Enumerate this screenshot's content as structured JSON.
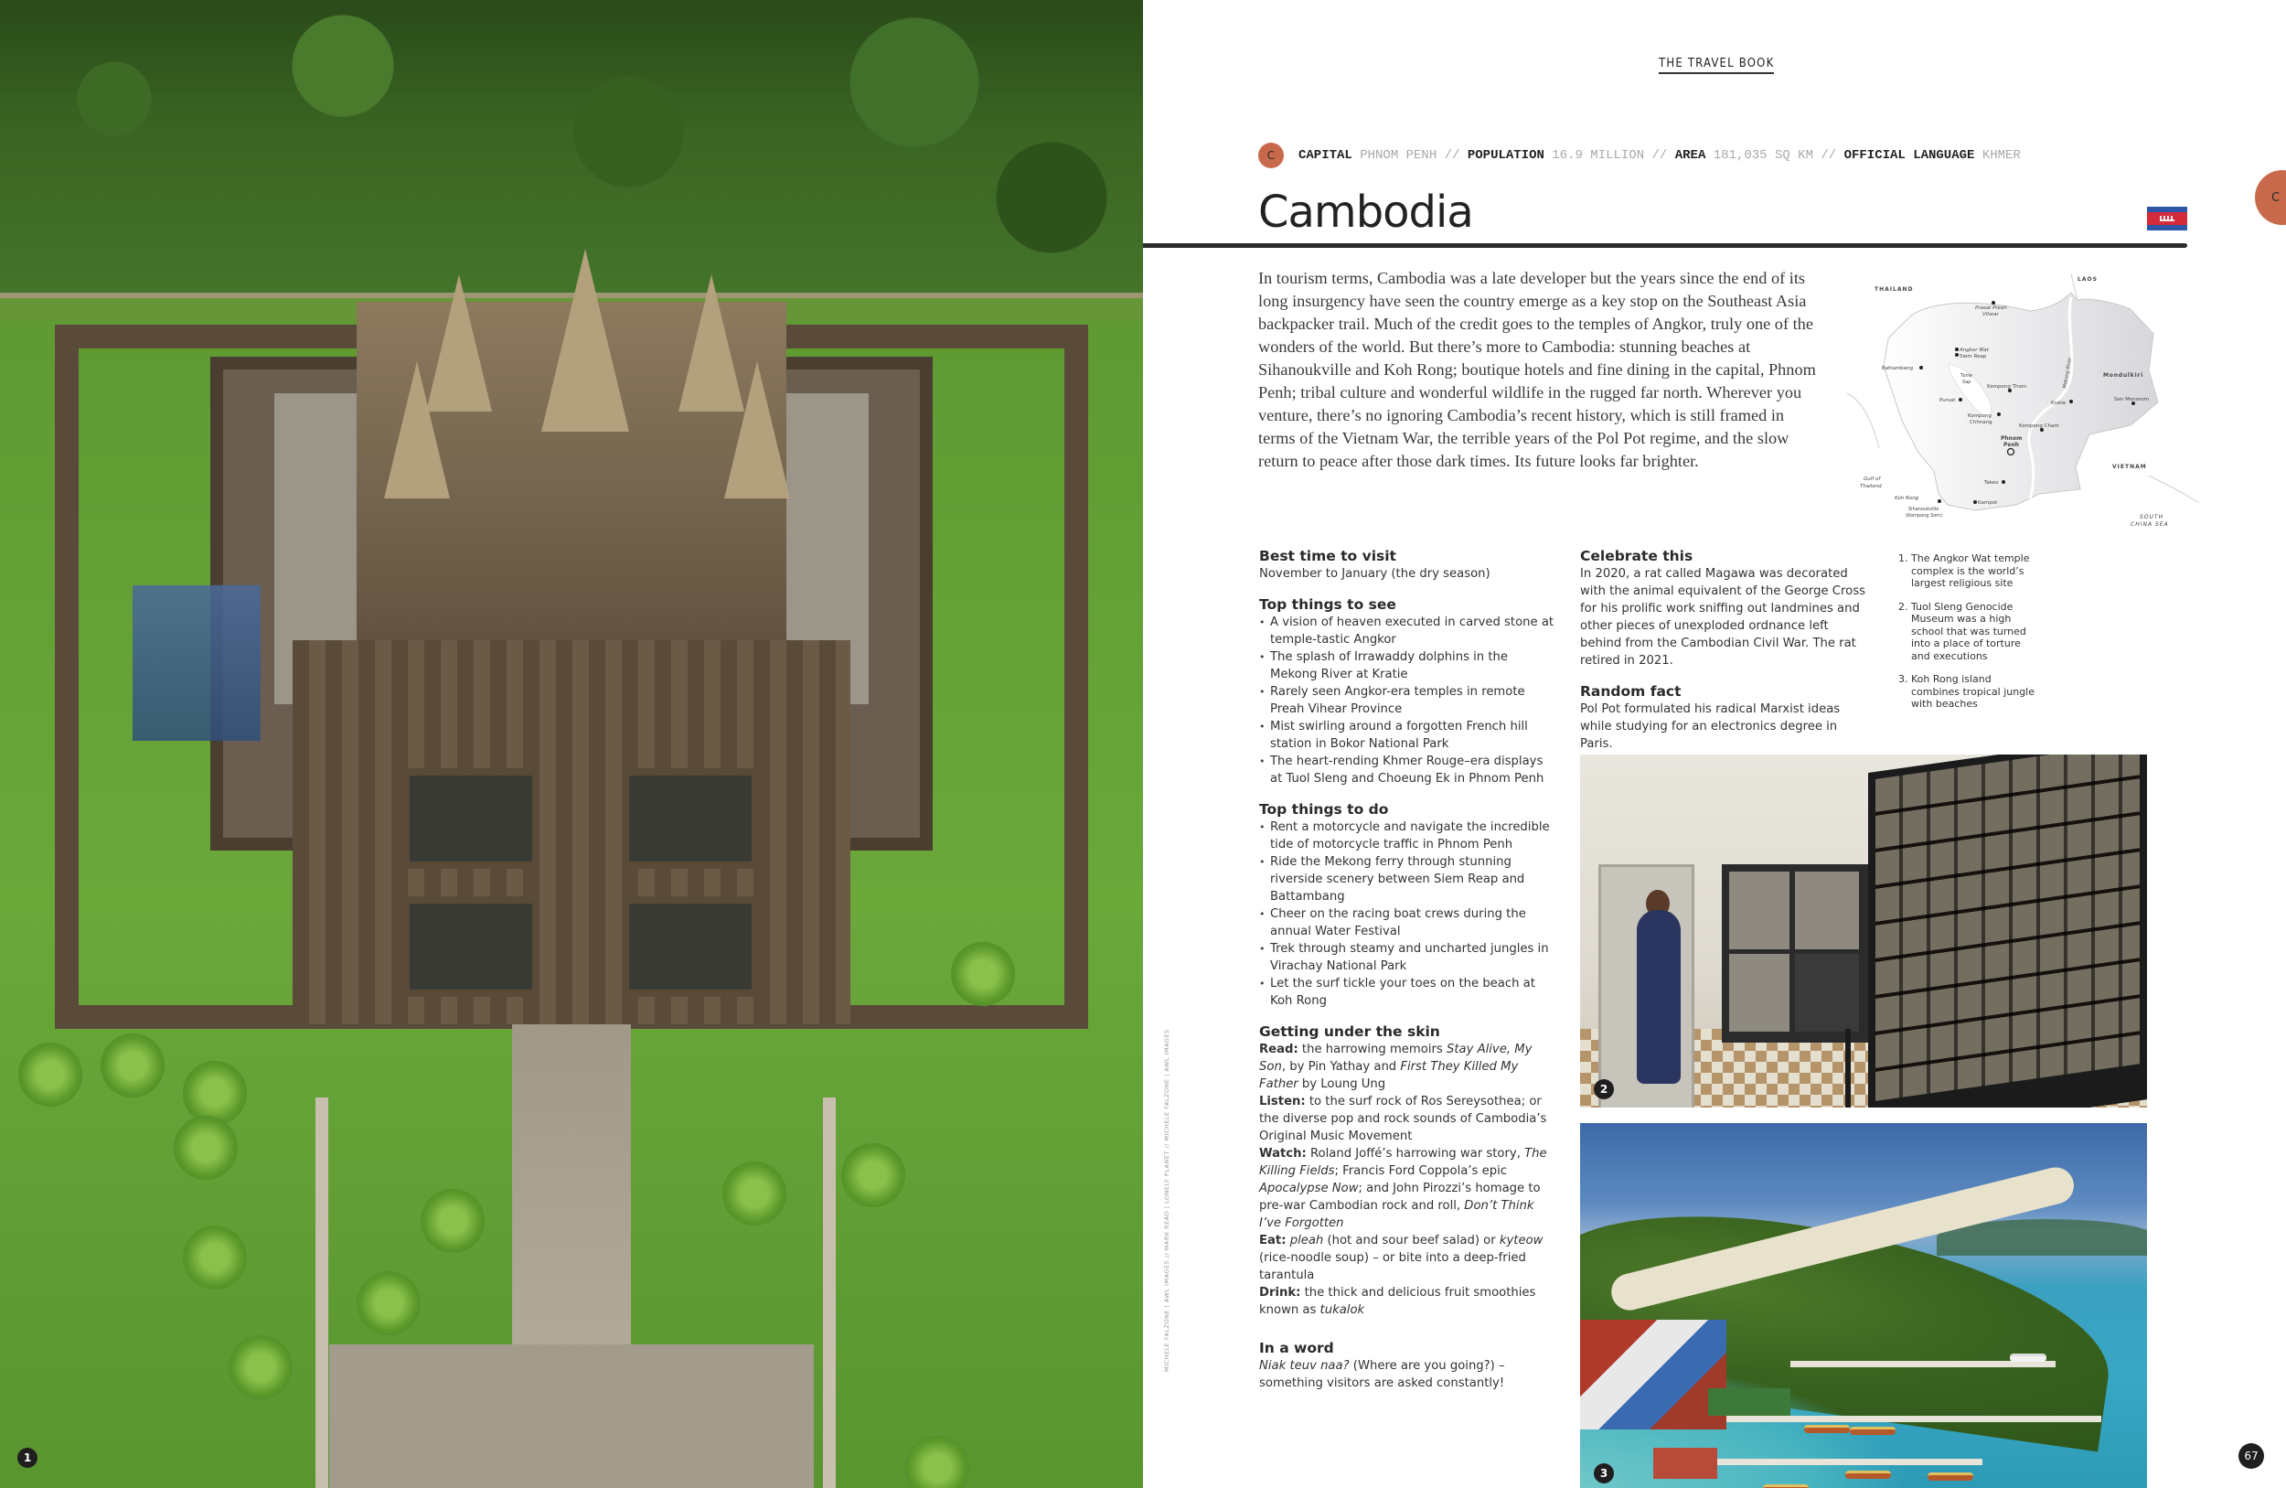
{
  "running_head": "THE TRAVEL BOOK",
  "section_letter": "C",
  "side_tab_letter": "C",
  "facts": {
    "capital_label": "CAPITAL",
    "capital_value": "PHNOM PENH",
    "population_label": "POPULATION",
    "population_value": "16.9 MILLION",
    "area_label": "AREA",
    "area_value": "181,035 SQ KM",
    "language_label": "OFFICIAL LANGUAGE",
    "language_value": "KHMER",
    "separator": "//"
  },
  "title": "Cambodia",
  "flag": {
    "country": "Cambodia",
    "colors": {
      "blue": "#2d55a8",
      "red": "#d42a3a"
    }
  },
  "intro": "In tourism terms, Cambodia was a late developer but the years since the end of its long insurgency have seen the country emerge as a key stop on the Southeast Asia backpacker trail. Much of the credit goes to the temples of Angkor, truly one of the wonders of the world. But there’s more to Cambodia: stunning beaches at Sihanoukville and Koh Rong; boutique hotels and fine dining in the capital, Phnom Penh; tribal culture and wonderful wildlife in the rugged far north. Wherever you venture, there’s no ignoring Cambodia’s recent history, which is still framed in terms of the Vietnam War, the terrible years of the Pol Pot regime, and the slow return to peace after those dark times. Its future looks far brighter.",
  "map": {
    "countries": [
      "THAILAND",
      "LAOS",
      "VIETNAM"
    ],
    "regions": [
      "Mondulkiri"
    ],
    "water": [
      "Tonle Sap",
      "Mekong River",
      "Gulf of Thailand",
      "SOUTH CHINA SEA"
    ],
    "places": [
      {
        "name": "Prasat Preah Vihear",
        "italic": true
      },
      {
        "name": "Angkor Wat",
        "italic": true
      },
      {
        "name": "Siem Reap"
      },
      {
        "name": "Battambang"
      },
      {
        "name": "Kompong Thom"
      },
      {
        "name": "Pursat"
      },
      {
        "name": "Kompong Chhnang"
      },
      {
        "name": "Kratie"
      },
      {
        "name": "Sen Monorom"
      },
      {
        "name": "Kompong Cham"
      },
      {
        "name": "Phnom Penh",
        "capital": true
      },
      {
        "name": "Takeo"
      },
      {
        "name": "Koh Rong",
        "italic": true
      },
      {
        "name": "Kampot"
      },
      {
        "name": "Sihanoukville (Kompong Som)"
      }
    ]
  },
  "best_time": {
    "heading": "Best time to visit",
    "text": "November to January (the dry season)"
  },
  "top_see": {
    "heading": "Top things to see",
    "items": [
      "A vision of heaven executed in carved stone at temple-tastic Angkor",
      "The splash of Irrawaddy dolphins in the Mekong River at Kratie",
      "Rarely seen Angkor-era temples in remote Preah Vihear Province",
      "Mist swirling around a forgotten French hill station in Bokor National Park",
      "The heart-rending Khmer Rouge–era displays at Tuol Sleng and Choeung Ek in Phnom Penh"
    ]
  },
  "top_do": {
    "heading": "Top things to do",
    "items": [
      "Rent a motorcycle and navigate the incredible tide of motorcycle traffic in Phnom Penh",
      "Ride the Mekong ferry through stunning riverside scenery between Siem Reap and Battambang",
      "Cheer on the racing boat crews during the annual Water Festival",
      "Trek through steamy and uncharted jungles in Virachay National Park",
      "Let the surf tickle your toes on the beach at Koh Rong"
    ]
  },
  "skin": {
    "heading": "Getting under the skin",
    "read_label": "Read:",
    "read_1": " the harrowing memoirs ",
    "read_t1": "Stay Alive, My Son",
    "read_2": ", by Pin Yathay and ",
    "read_t2": "First They Killed My Father",
    "read_3": " by Loung Ung",
    "listen_label": "Listen:",
    "listen_text": " to the surf rock of Ros Sereysothea; or the diverse pop and rock sounds of Cambodia’s Original Music Movement",
    "watch_label": "Watch:",
    "watch_1": " Roland Joffé’s harrowing war story, ",
    "watch_t1": "The Killing Fields",
    "watch_2": "; Francis Ford Coppola’s epic ",
    "watch_t2": "Apocalypse Now",
    "watch_3": "; and John Pirozzi’s homage to pre-war Cambodian rock and roll, ",
    "watch_t3": "Don’t Think I’ve Forgotten",
    "eat_label": "Eat:",
    "eat_t1": "pleah",
    "eat_1": " (hot and sour beef salad) or ",
    "eat_t2": "kyteow",
    "eat_2": " (rice-noodle soup) – or bite into a deep-fried tarantula",
    "drink_label": "Drink:",
    "drink_1": " the thick and delicious fruit smoothies known as ",
    "drink_t1": "tukalok"
  },
  "word": {
    "heading": "In a word",
    "phrase": "Niak teuv naa?",
    "text": " (Where are you going?) – something visitors are asked constantly!"
  },
  "celebrate": {
    "heading": "Celebrate this",
    "text": "In 2020, a rat called Magawa was decorated with the animal equivalent of the George Cross for his prolific work sniffing out landmines and other pieces of unexploded ordnance left behind from the Cambodian Civil War. The rat retired in 2021."
  },
  "random_fact": {
    "heading": "Random fact",
    "text": "Pol Pot formulated his radical Marxist ideas while studying for an electronics degree in Paris."
  },
  "captions": [
    {
      "num": "1.",
      "text": "The Angkor Wat temple complex is the world’s largest religious site"
    },
    {
      "num": "2.",
      "text": "Tuol Sleng Genocide Museum was a high school that was turned into a place of torture and executions"
    },
    {
      "num": "3.",
      "text": "Koh Rong island combines tropical jungle with beaches"
    }
  ],
  "photos": [
    {
      "number": "1",
      "subject": "Angkor Wat aerial view"
    },
    {
      "number": "2",
      "subject": "Tuol Sleng Genocide Museum"
    },
    {
      "number": "3",
      "subject": "Koh Rong island piers"
    }
  ],
  "photo_credit": "MICHELE FALZONE | AWL IMAGES  //  MARK READ | LONELY PLANET  //  MICHELE FALZONE | AWL IMAGES",
  "page_number": "67",
  "colors": {
    "accent": "#c9694b",
    "rule": "#2b2b2b",
    "text": "#2a2a2a",
    "muted": "#a8a8a8"
  }
}
